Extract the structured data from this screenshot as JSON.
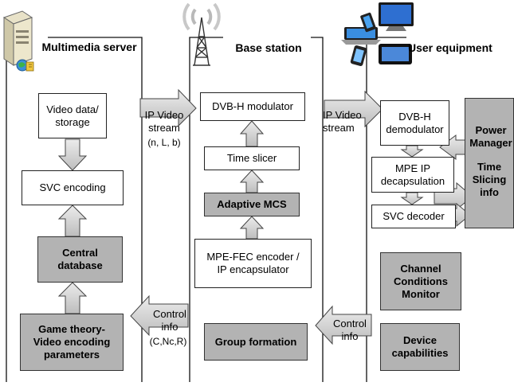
{
  "columns": {
    "server_title": "Multimedia server",
    "base_title": "Base station",
    "ue_title": "User equipment"
  },
  "server": {
    "video_data": "Video data/ storage",
    "svc_encoding": "SVC encoding",
    "central_db": "Central database",
    "game_theory": "Game theory- Video encoding parameters"
  },
  "base": {
    "dvbh_mod": "DVB-H modulator",
    "time_slicer": "Time slicer",
    "adaptive_mcs": "Adaptive MCS",
    "mpe_fec": "MPE-FEC encoder / IP encapsulator",
    "group_formation": "Group formation"
  },
  "ue": {
    "dvbh_demod": "DVB-H demodulator",
    "mpe_ip": "MPE IP decapsulation",
    "svc_decoder": "SVC decoder",
    "power_manager": "Power Manager",
    "time_slicing": "Time Slicing info",
    "channel_monitor": "Channel Conditions Monitor",
    "device_cap": "Device capabilities"
  },
  "links": {
    "ip_video_1": "IP Video stream",
    "ip_params": "(n, L, b)",
    "ip_video_2": "IP Video stream",
    "control_1": "Control info",
    "control_params": "(C,Nc,R)",
    "control_2": "Control info"
  }
}
